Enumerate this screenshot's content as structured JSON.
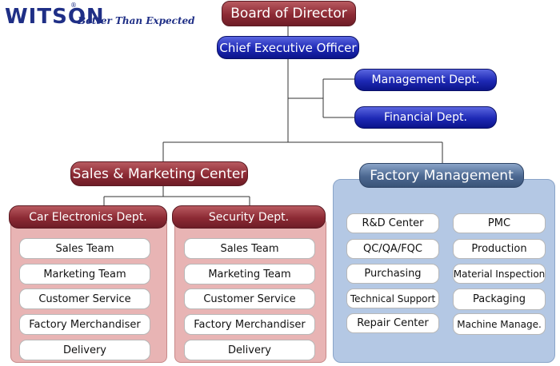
{
  "logo": {
    "name": "WITSON",
    "registered": "®",
    "slogan": "Better Than Expected"
  },
  "board": "Board of Director",
  "ceo": "Chief Executive Officer",
  "management_dept": "Management Dept.",
  "financial_dept": "Financial Dept.",
  "sales_center": "Sales & Marketing Center",
  "factory_management": "Factory Management",
  "car_dept": {
    "title": "Car Electronics Dept.",
    "items": [
      "Sales Team",
      "Marketing Team",
      "Customer Service",
      "Factory Merchandiser",
      "Delivery"
    ]
  },
  "security_dept": {
    "title": "Security Dept.",
    "items": [
      "Sales Team",
      "Marketing Team",
      "Customer Service",
      "Factory Merchandiser",
      "Delivery"
    ]
  },
  "factory_left": [
    "R&D Center",
    "QC/QA/FQC",
    "Purchasing",
    "Technical Support",
    "Repair Center"
  ],
  "factory_right": [
    "PMC",
    "Production",
    "Material Inspection",
    "Packaging",
    "Machine Manage."
  ],
  "colors": {
    "maroon": "#8c2a34",
    "navy": "#1d28b4",
    "slate": "#4b6790",
    "pink_panel": "#e8b4b4",
    "blue_panel": "#b4c8e4",
    "logo_blue": "#1f2f86"
  }
}
